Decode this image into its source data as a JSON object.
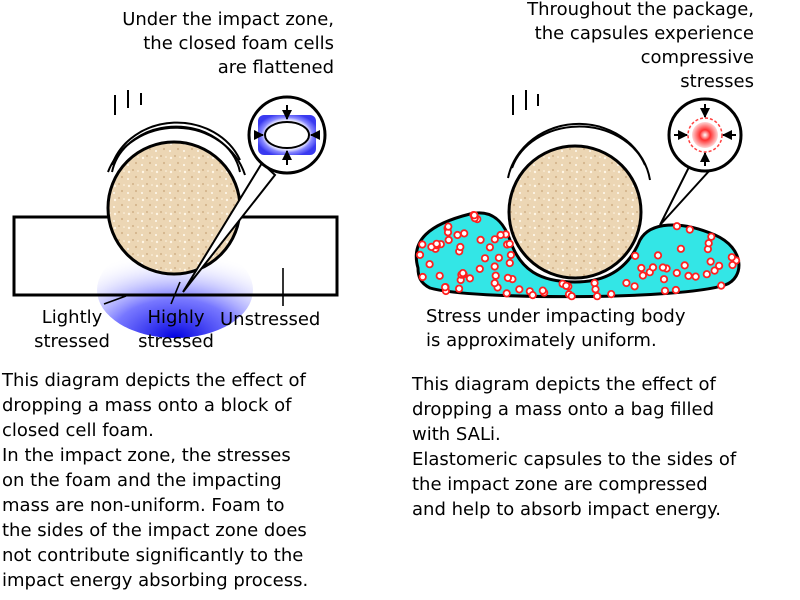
{
  "left": {
    "callout": [
      "Under the impact zone,",
      "the closed foam cells",
      "are flattened"
    ],
    "label_light": [
      "Lightly",
      "stressed"
    ],
    "label_high": [
      "Highly",
      "stressed"
    ],
    "label_unstressed": "Unstressed",
    "description": [
      "This diagram depicts the effect of",
      "dropping a mass onto a block of",
      "closed cell foam.",
      "In the impact zone, the stresses",
      "on the foam and the impacting",
      "mass are non-uniform. Foam to",
      "the sides of the impact zone does",
      "not contribute significantly to the",
      "impact energy absorbing process."
    ]
  },
  "right": {
    "callout": [
      "Throughout the package,",
      "the capsules experience",
      "compressive",
      "stresses"
    ],
    "label_uniform": [
      "Stress under impacting body",
      "is approximately uniform."
    ],
    "description": [
      "This diagram depicts the effect of",
      "dropping a mass onto a bag filled",
      "with SALi.",
      "Elastomeric capsules to the sides of",
      "the impact zone are compressed",
      "and help to absorb impact energy."
    ]
  },
  "colors": {
    "ball_fill": "#ecd6b4",
    "foam_stress": "#2020ff",
    "bag_fill": "#33e6e6",
    "capsule_red": "#ff2020"
  }
}
